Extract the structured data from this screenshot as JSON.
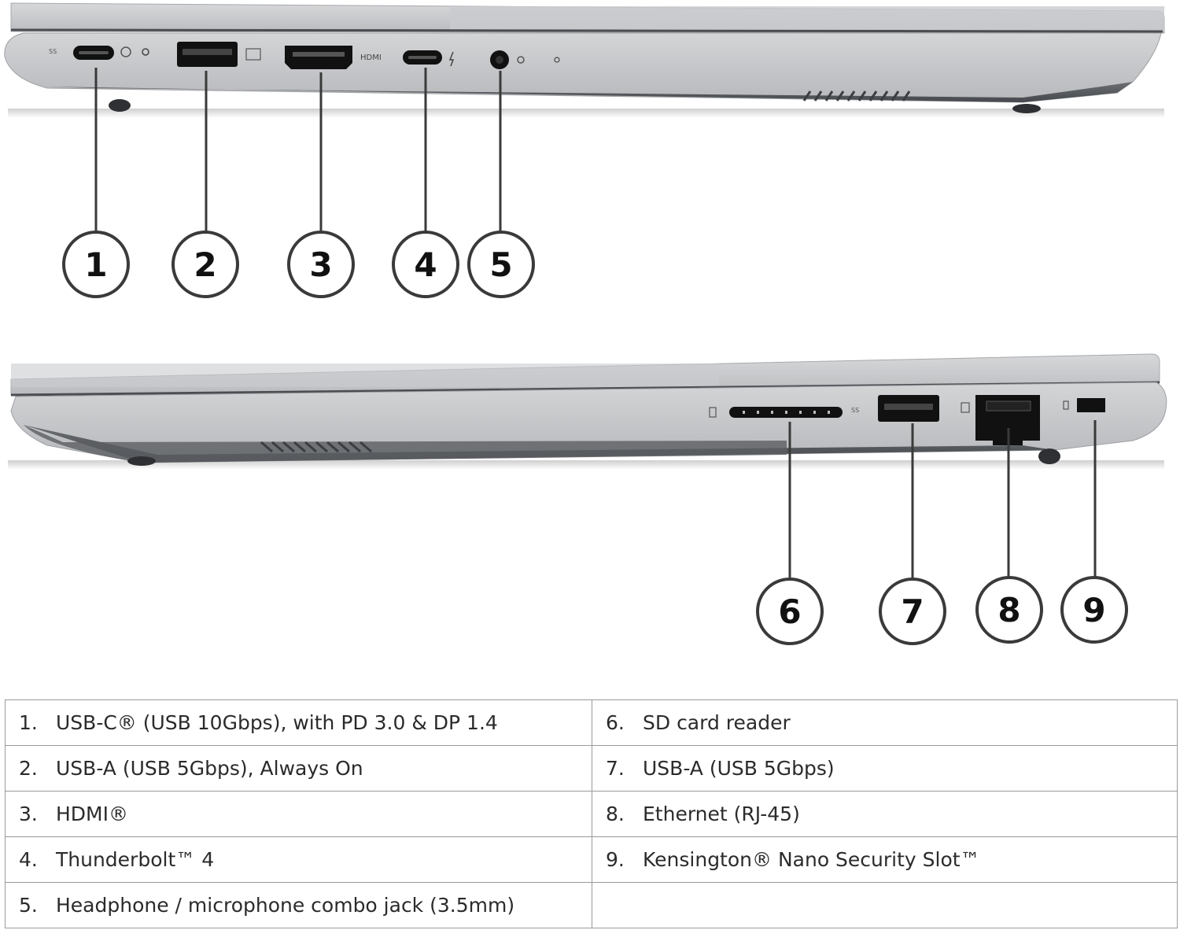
{
  "callouts": [
    "1",
    "2",
    "3",
    "4",
    "5",
    "6",
    "7",
    "8",
    "9"
  ],
  "ports_table": {
    "left": [
      {
        "num": "1.",
        "text": "USB-C® (USB 10Gbps), with PD 3.0 & DP 1.4"
      },
      {
        "num": "2.",
        "text": "USB-A (USB 5Gbps), Always On"
      },
      {
        "num": "3.",
        "text": "HDMI®"
      },
      {
        "num": "4.",
        "text": "Thunderbolt™ 4"
      },
      {
        "num": "5.",
        "text": "Headphone / microphone combo jack (3.5mm)"
      }
    ],
    "right": [
      {
        "num": "6.",
        "text": "SD card reader"
      },
      {
        "num": "7.",
        "text": "USB-A (USB 5Gbps)"
      },
      {
        "num": "8.",
        "text": "Ethernet (RJ-45)"
      },
      {
        "num": "9.",
        "text": "Kensington® Nano Security Slot™"
      },
      {
        "num": "",
        "text": ""
      }
    ]
  },
  "colors": {
    "chassis_light": "#c4c6c8",
    "chassis_mid": "#b3b5b8",
    "chassis_dark": "#55585c",
    "port_black": "#111111",
    "callout_line": "#3a3a3a",
    "table_border": "#9a9a9a",
    "text": "#2b2b2b"
  }
}
